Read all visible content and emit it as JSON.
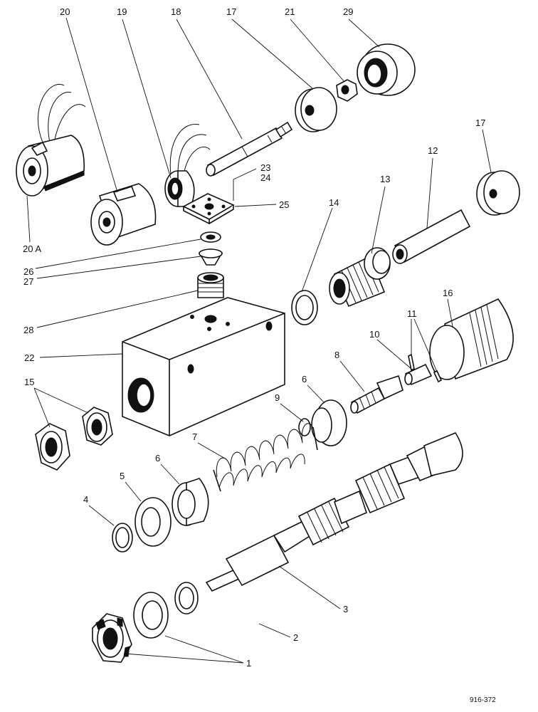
{
  "diagram": {
    "reference_number": "916-372",
    "callouts": [
      {
        "id": "c20",
        "text": "20"
      },
      {
        "id": "c19",
        "text": "19"
      },
      {
        "id": "c18",
        "text": "18"
      },
      {
        "id": "c17a",
        "text": "17"
      },
      {
        "id": "c21",
        "text": "21"
      },
      {
        "id": "c29",
        "text": "29"
      },
      {
        "id": "c17b",
        "text": "17"
      },
      {
        "id": "c12",
        "text": "12"
      },
      {
        "id": "c23",
        "text": "23"
      },
      {
        "id": "c24",
        "text": "24"
      },
      {
        "id": "c25",
        "text": "25"
      },
      {
        "id": "c13",
        "text": "13"
      },
      {
        "id": "c14",
        "text": "14"
      },
      {
        "id": "c20a",
        "text": "20 A"
      },
      {
        "id": "c26",
        "text": "26"
      },
      {
        "id": "c27",
        "text": "27"
      },
      {
        "id": "c28",
        "text": "28"
      },
      {
        "id": "c16",
        "text": "16"
      },
      {
        "id": "c11",
        "text": "11"
      },
      {
        "id": "c10",
        "text": "10"
      },
      {
        "id": "c22",
        "text": "22"
      },
      {
        "id": "c8",
        "text": "8"
      },
      {
        "id": "c15",
        "text": "15"
      },
      {
        "id": "c6a",
        "text": "6"
      },
      {
        "id": "c9",
        "text": "9"
      },
      {
        "id": "c7",
        "text": "7"
      },
      {
        "id": "c6b",
        "text": "6"
      },
      {
        "id": "c5",
        "text": "5"
      },
      {
        "id": "c4",
        "text": "4"
      },
      {
        "id": "c3",
        "text": "3"
      },
      {
        "id": "c2",
        "text": "2"
      },
      {
        "id": "c1",
        "text": "1"
      }
    ]
  }
}
